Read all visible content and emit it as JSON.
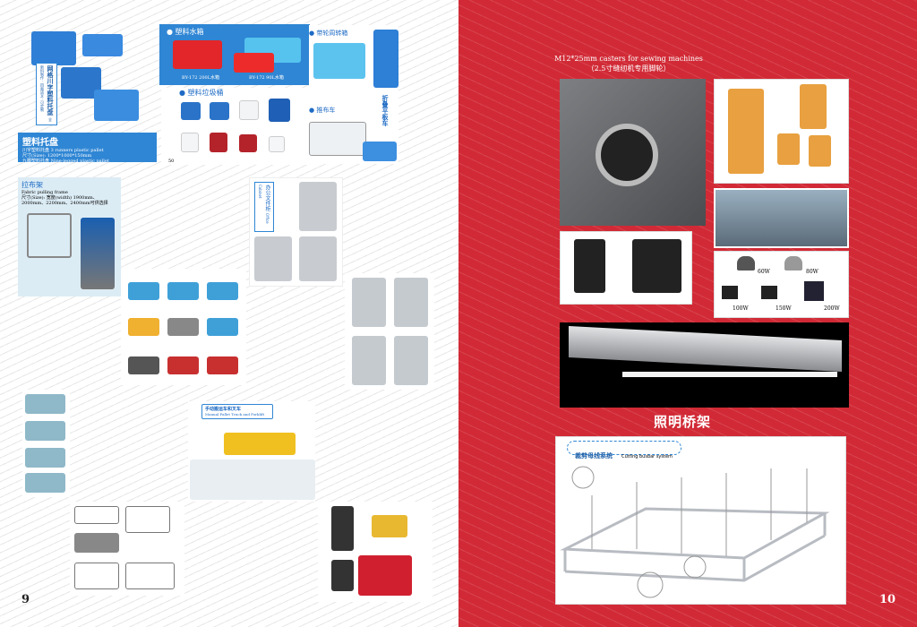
{
  "left_page": {
    "page_number": "9",
    "pallet": {
      "vertical_label": "网格川字塑料托盘",
      "vertical_sub": "全新料制作 · 四面进叉 · 可定制",
      "title": "塑料托盘",
      "lines": [
        "川字塑料托盘 3 runners plastic pallet",
        "尺寸(Size): 1200*1000*150mm",
        "九脚塑料托盘 Nine-legged plastic pallet",
        "尺寸(Size): 1200*1000*140mm"
      ]
    },
    "water_tank": {
      "title": "塑料水箱",
      "items": [
        "BY-172 200L水箱",
        "BY-172 90L水箱"
      ]
    },
    "trash_bin": {
      "title": "塑料垃圾桶",
      "page_ref": "50"
    },
    "turnover_box": {
      "title": "带轮周转箱"
    },
    "cloth_cart": {
      "title": "推布车"
    },
    "folding_cart": {
      "title": "折叠平板车"
    },
    "fabric_rack": {
      "title": "拉布架",
      "subtitle": "Fabric pulling frame",
      "size": "尺寸(Size): 宽度(width) 1900mm、2000mm、2200mm、2400mm可供选择"
    },
    "cabinet": {
      "title": "办公文件柜",
      "subtitle": "Office Cabinet"
    },
    "pallet_truck": {
      "title": "手动搬运车和叉车",
      "subtitle": "Manual Pallet Truck and Forklift"
    }
  },
  "right_page": {
    "page_number": "10",
    "casters": {
      "title": "M12*25mm casters for sewing machines",
      "subtitle": "（2.5寸缝纫机专用脚轮）"
    },
    "lights": {
      "watts": [
        "60W",
        "80W",
        "100W",
        "150W",
        "200W"
      ]
    },
    "lighting_bridge": "照明桥架",
    "busbar": {
      "title": "裁剪母线系统",
      "subtitle": "Cutting busbar system"
    }
  },
  "colors": {
    "red": "#d12a36",
    "blue": "#2f86d4"
  }
}
